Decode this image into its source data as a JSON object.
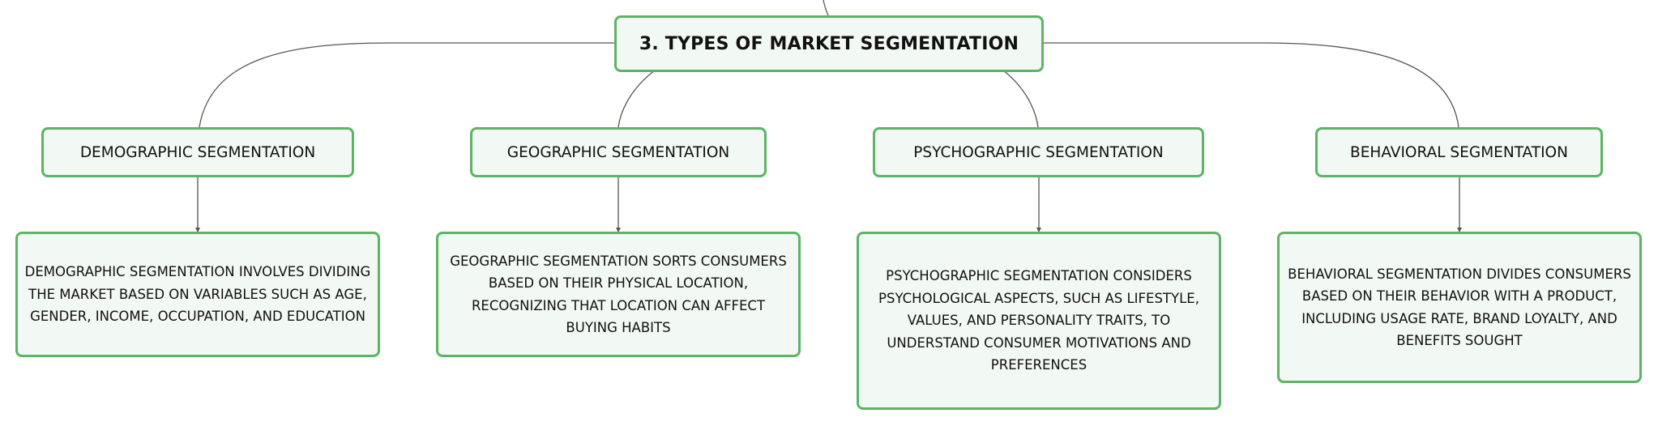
{
  "root": {
    "title": "3. TYPES OF MARKET SEGMENTATION"
  },
  "categories": [
    {
      "label": "DEMOGRAPHIC SEGMENTATION",
      "description": "DEMOGRAPHIC SEGMENTATION INVOLVES DIVIDING THE MARKET BASED ON VARIABLES SUCH AS AGE, GENDER, INCOME, OCCUPATION, AND EDUCATION"
    },
    {
      "label": "GEOGRAPHIC SEGMENTATION",
      "description": "GEOGRAPHIC SEGMENTATION SORTS CONSUMERS BASED ON THEIR PHYSICAL LOCATION, RECOGNIZING THAT LOCATION CAN AFFECT BUYING HABITS"
    },
    {
      "label": "PSYCHOGRAPHIC SEGMENTATION",
      "description": "PSYCHOGRAPHIC SEGMENTATION CONSIDERS PSYCHOLOGICAL ASPECTS, SUCH AS LIFESTYLE, VALUES, AND PERSONALITY TRAITS, TO UNDERSTAND CONSUMER MOTIVATIONS AND PREFERENCES"
    },
    {
      "label": "BEHAVIORAL SEGMENTATION",
      "description": "BEHAVIORAL SEGMENTATION DIVIDES CONSUMERS BASED ON THEIR BEHAVIOR WITH A PRODUCT, INCLUDING USAGE RATE, BRAND LOYALTY, AND BENEFITS SOUGHT"
    }
  ],
  "colors": {
    "node_border": "#5cb565",
    "node_fill": "#f2f8f3",
    "connector": "#555555"
  }
}
